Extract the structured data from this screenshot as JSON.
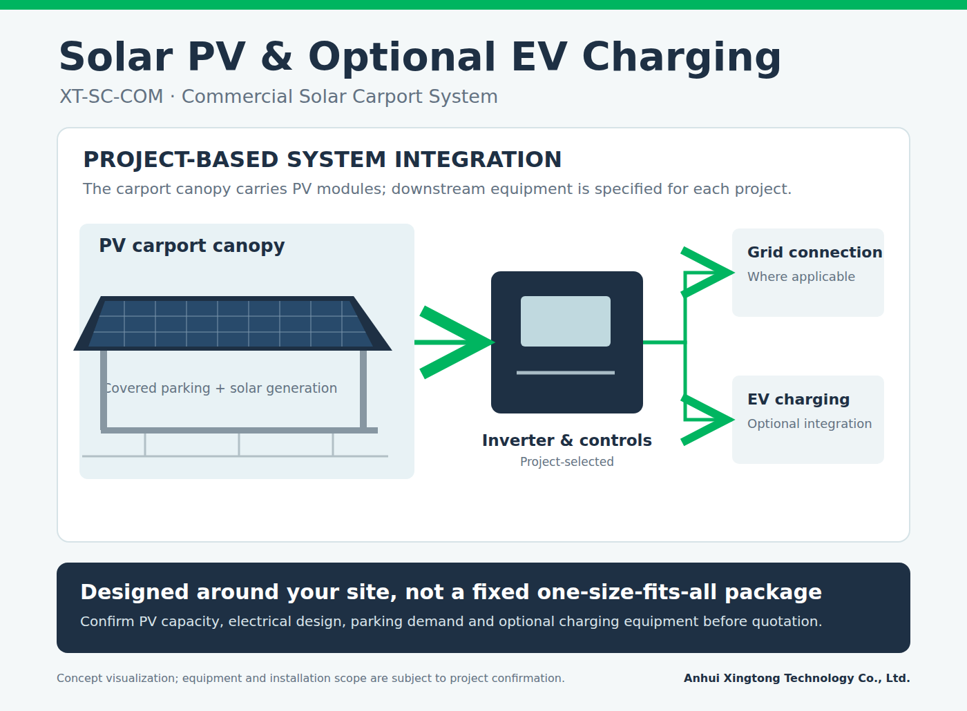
{
  "diagram": {
    "title": "Solar PV & Optional EV Charging",
    "nodes": [
      {
        "text": [
          "PROJECT-BASED SYSTEM INTEGRATION",
          "The carport canopy carries PV modules; downstream equipment is specified for each project."
        ]
      },
      {
        "text": [
          "PV carport canopy",
          "Covered parking + solar generation"
        ],
        "in": 0
      },
      {
        "text": [
          "Inverter & controls",
          "Project-selected"
        ],
        "in": 0
      },
      {
        "text": [
          "Grid connection",
          "Where applicable"
        ],
        "in": 0
      },
      {
        "text": [
          "EV charging",
          "Optional integration"
        ],
        "in": 0
      },
      {
        "text": [
          "Designed around your site, not a fixed one-size-fits-all package",
          "Confirm PV capacity, electrical design, parking demand and optional charging equipment before quotation."
        ]
      }
    ],
    "edges": [
      {
        "from": 1,
        "to": 2,
        "arrow": "to"
      },
      {
        "from": 2,
        "to": 3,
        "arrow": "to"
      },
      {
        "from": 2,
        "to": 4,
        "arrow": "to"
      }
    ],
    "labels": [
      "XT-SC-COM · Commercial Solar Carport System",
      "Concept visualization; equipment and installation scope are subject to project confirmation.",
      "Anhui Xingtong Technology Co., Ltd."
    ]
  }
}
